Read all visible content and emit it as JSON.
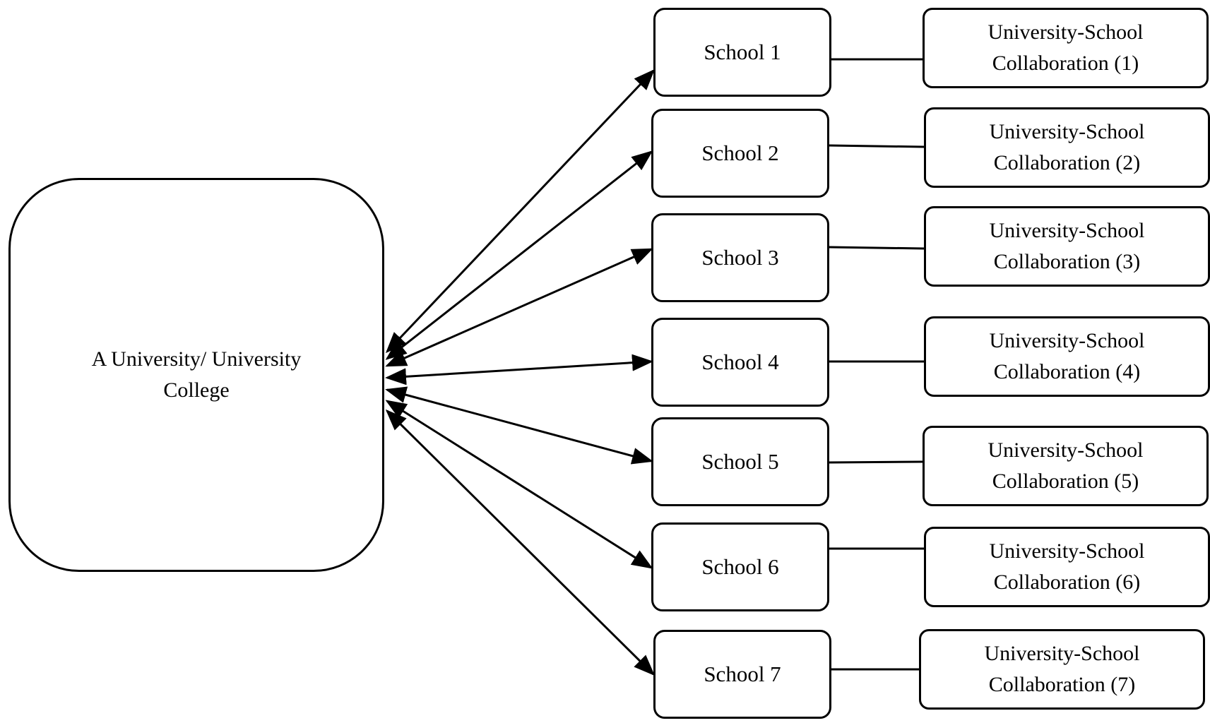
{
  "university": {
    "line1": "A University/ University",
    "line2": "College"
  },
  "schools": [
    {
      "label": "School 1"
    },
    {
      "label": "School 2"
    },
    {
      "label": "School 3"
    },
    {
      "label": "School 4"
    },
    {
      "label": "School 5"
    },
    {
      "label": "School 6"
    },
    {
      "label": "School 7"
    }
  ],
  "collaborations": [
    {
      "line1": "University-School",
      "line2": "Collaboration (1)"
    },
    {
      "line1": "University-School",
      "line2": "Collaboration (2)"
    },
    {
      "line1": "University-School",
      "line2": "Collaboration (3)"
    },
    {
      "line1": "University-School",
      "line2": "Collaboration (4)"
    },
    {
      "line1": "University-School",
      "line2": "Collaboration (5)"
    },
    {
      "line1": "University-School",
      "line2": "Collaboration (6)"
    },
    {
      "line1": "University-School",
      "line2": "Collaboration (7)"
    }
  ]
}
